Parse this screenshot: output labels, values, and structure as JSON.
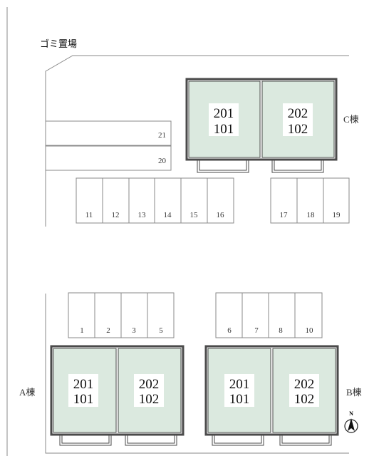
{
  "labels": {
    "garbage": "ゴミ置場",
    "building_a": "A棟",
    "building_b": "B棟",
    "building_c": "C棟",
    "north": "N"
  },
  "parking": {
    "side": [
      "21",
      "20"
    ],
    "row_c_left": [
      "11",
      "12",
      "13",
      "14",
      "15",
      "16"
    ],
    "row_c_right": [
      "17",
      "18",
      "19"
    ],
    "row_a": [
      "1",
      "2",
      "3",
      "5"
    ],
    "row_b": [
      "6",
      "7",
      "8",
      "10"
    ]
  },
  "rooms": {
    "left_upper": "201",
    "left_lower": "101",
    "right_upper": "202",
    "right_lower": "102"
  },
  "colors": {
    "unit_fill": "#dbe9df",
    "wall": "#4a4a4a",
    "line": "#8a8a8a"
  }
}
